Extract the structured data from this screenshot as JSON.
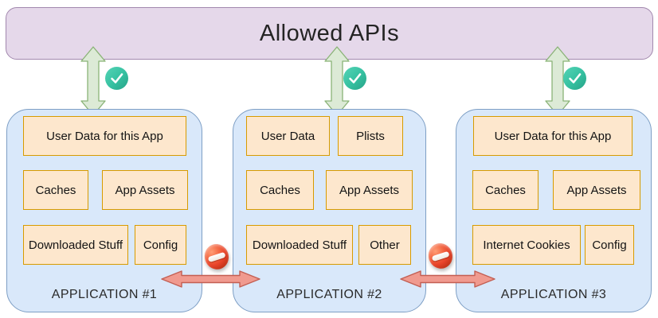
{
  "header": {
    "title": "Allowed APIs"
  },
  "apps": [
    {
      "caption": "APPLICATION #1",
      "boxes": [
        {
          "label": "User Data for this App"
        },
        {
          "label": "Caches"
        },
        {
          "label": "App Assets"
        },
        {
          "label": "Downloaded Stuff"
        },
        {
          "label": "Config"
        }
      ]
    },
    {
      "caption": "APPLICATION #2",
      "boxes": [
        {
          "label": "User Data"
        },
        {
          "label": "Plists"
        },
        {
          "label": "Caches"
        },
        {
          "label": "App Assets"
        },
        {
          "label": "Downloaded Stuff"
        },
        {
          "label": "Other"
        }
      ]
    },
    {
      "caption": "APPLICATION #3",
      "boxes": [
        {
          "label": "User Data for this App"
        },
        {
          "label": "Caches"
        },
        {
          "label": "App Assets"
        },
        {
          "label": "Internet Cookies"
        },
        {
          "label": "Config"
        }
      ]
    }
  ],
  "connections": {
    "allowed_icon": "check-icon",
    "blocked_icon": "no-entry-icon",
    "allowed_count": 3,
    "blocked_count": 2
  },
  "colors": {
    "api_bar_fill": "#e5d8ea",
    "api_bar_border": "#a288ae",
    "app_fill": "#d9e8fa",
    "app_border": "#7e9fc5",
    "box_fill": "#fde7cd",
    "box_border": "#d79b00",
    "allowed_arrow_fill": "#dcead6",
    "allowed_arrow_border": "#8ab377",
    "blocked_arrow_fill": "#f09a8f",
    "blocked_arrow_border": "#c35f53",
    "check_fill": "#35c0a0",
    "no_entry_fill": "#e8442a"
  }
}
